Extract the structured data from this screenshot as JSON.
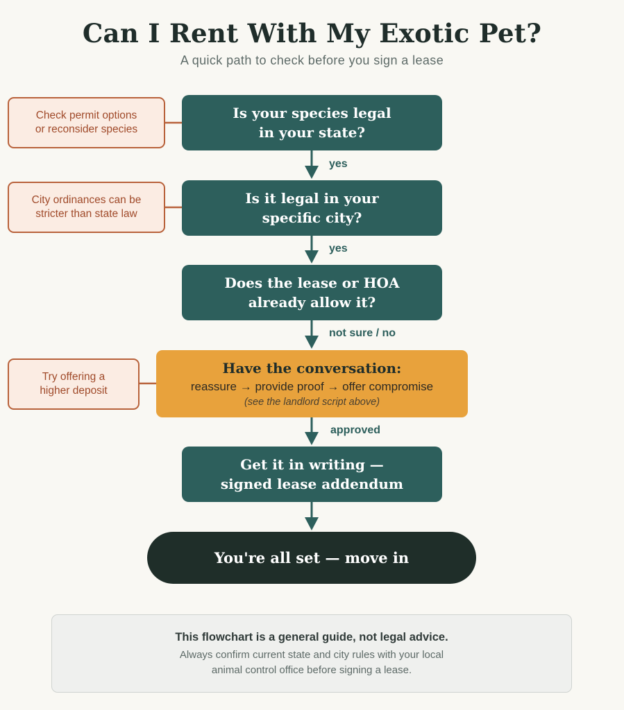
{
  "title": "Can I Rent With My Exotic Pet?",
  "subtitle": "A quick path to check before you sign a lease",
  "steps": [
    {
      "line1": "Is your species legal",
      "line2": "in your state?"
    },
    {
      "line1": "Is it legal in your",
      "line2": "specific city?"
    },
    {
      "line1": "Does the lease or HOA",
      "line2": "already allow it?"
    }
  ],
  "conversation": {
    "heading": "Have the conversation:",
    "steps_text": "reassure → provide proof → offer compromise",
    "note": "(see the landlord script above)"
  },
  "writing": {
    "line1": "Get it in writing —",
    "line2": "signed lease addendum"
  },
  "final": "You're all set — move in",
  "side_notes": [
    {
      "line1": "Check permit options",
      "line2": "or reconsider species"
    },
    {
      "line1": "City ordinances can be",
      "line2": "stricter than state law"
    },
    {
      "line1": "Try offering a",
      "line2": "higher deposit"
    }
  ],
  "edge_labels": [
    "yes",
    "yes",
    "not sure / no",
    "approved"
  ],
  "disclaimer": {
    "bold": "This flowchart is a general guide, not legal advice.",
    "line1": "Always confirm current state and city rules with your local",
    "line2": "animal control office before signing a lease."
  },
  "colors": {
    "question_fill": "#2d5f5c",
    "highlight_fill": "#e8a23c",
    "final_fill": "#1f2e29",
    "side_note_border": "#b8613a",
    "side_note_fill": "#fbece3",
    "background": "#f9f8f3"
  }
}
